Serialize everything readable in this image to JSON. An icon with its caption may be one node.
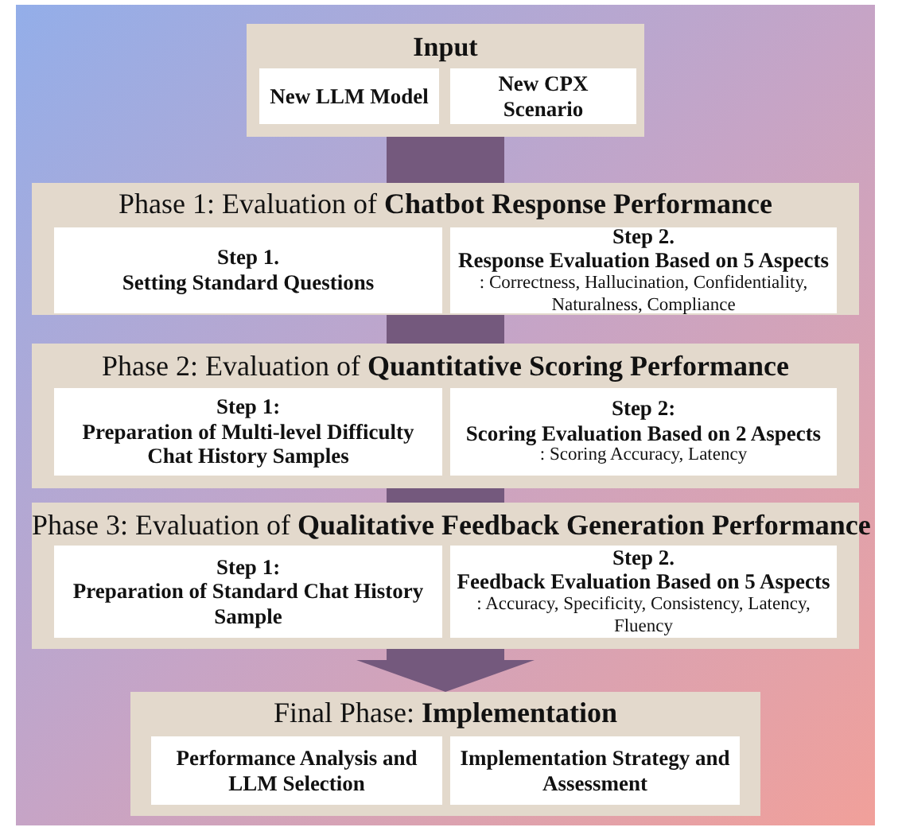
{
  "diagram": {
    "nodes": [
      {
        "text": [
          "Input"
        ]
      },
      {
        "text": [
          "New LLM Model"
        ],
        "in": 0
      },
      {
        "text": [
          "New CPX Scenario"
        ],
        "in": 0
      },
      {
        "text": [
          "Phase 1: Evaluation of **Chatbot Response Performance**"
        ]
      },
      {
        "text": [
          "Step 1.",
          "Setting Standard Questions"
        ],
        "in": 3
      },
      {
        "text": [
          "Step 2.",
          "Response Evaluation Based on 5 Aspects",
          ": Correctness, Hallucination, Confidentiality, Naturalness, Compliance"
        ],
        "in": 3
      },
      {
        "text": [
          "Phase 2: Evaluation of **Quantitative Scoring Performance**"
        ]
      },
      {
        "text": [
          "Step 1:",
          "Preparation of Multi-level Difficulty Chat History Samples"
        ],
        "in": 6
      },
      {
        "text": [
          "Step 2:",
          "Scoring Evaluation Based on 2 Aspects",
          ": Scoring Accuracy, Latency"
        ],
        "in": 6
      },
      {
        "text": [
          "Phase 3: Evaluation of **Qualitative Feedback Generation Performance**"
        ]
      },
      {
        "text": [
          "Step 1:",
          "Preparation of Standard Chat History Sample"
        ],
        "in": 9
      },
      {
        "text": [
          "Step 2.",
          "Feedback Evaluation Based on 5 Aspects",
          ": Accuracy, Specificity, Consistency, Latency, Fluency"
        ],
        "in": 9
      },
      {
        "text": [
          "Final Phase: **Implementation**"
        ]
      },
      {
        "text": [
          "Performance Analysis and LLM Selection"
        ],
        "in": 12
      },
      {
        "text": [
          "Implementation Strategy and Assessment"
        ],
        "in": 12
      }
    ],
    "edges": [
      {
        "from": 0,
        "to": 3,
        "arrow": "none"
      },
      {
        "from": 3,
        "to": 6,
        "arrow": "none"
      },
      {
        "from": 6,
        "to": 9,
        "arrow": "none"
      },
      {
        "from": 9,
        "to": 12,
        "arrow": "to"
      }
    ]
  }
}
